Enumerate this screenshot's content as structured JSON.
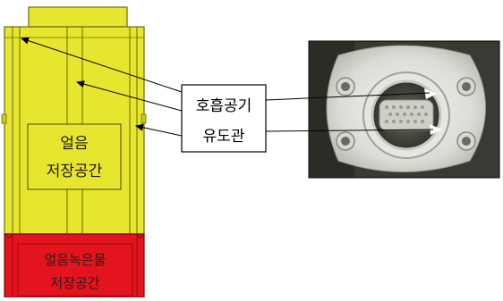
{
  "diagram": {
    "ice_storage_label_line1": "얼음",
    "ice_storage_label_line2": "저장공간",
    "melt_storage_label_line1": "얼음녹은물",
    "melt_storage_label_line2": "저장공간",
    "callout_line1": "호흡공기",
    "callout_line2": "유도관"
  },
  "colors": {
    "container_yellow": "#e6e62e",
    "container_outline": "#6b6b10",
    "bottom_red": "#e4141e",
    "photo_bg": "#3a3a34"
  }
}
